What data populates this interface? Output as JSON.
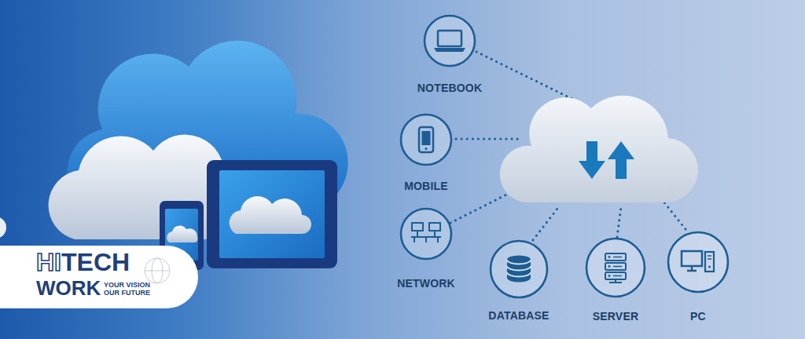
{
  "diagram": {
    "nodes": [
      {
        "text": [
          "NOTEBOOK"
        ]
      },
      {
        "text": [
          "MOBILE"
        ]
      },
      {
        "text": [
          "NETWORK"
        ]
      },
      {
        "text": [
          "DATABASE"
        ]
      },
      {
        "text": [
          "SERVER"
        ]
      },
      {
        "text": [
          "PC"
        ]
      }
    ],
    "labels": [
      "HI",
      "TECH",
      "WORK",
      "YOUR VISION OUR FUTURE"
    ]
  }
}
